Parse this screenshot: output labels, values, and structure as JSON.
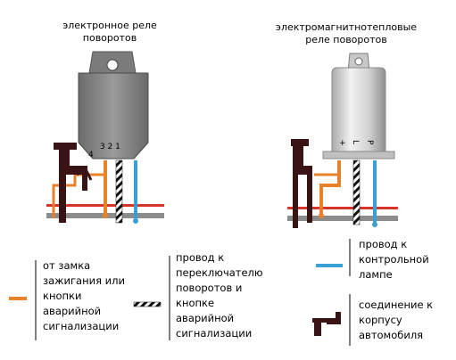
{
  "left_relay": {
    "title_line1": "электронное реле",
    "title_line2": "поворотов",
    "pin_top": "3 2 1",
    "pin_bottom": "4"
  },
  "right_relay": {
    "title_line1": "электромагнитнотепловые",
    "title_line2": "реле поворотов",
    "pin_plus": "+",
    "pin_l": "L",
    "pin_p": "P"
  },
  "legend": {
    "orange": {
      "lines": [
        "от замка",
        "зажигания или",
        "кнопки",
        "аварийной",
        "сигнализации"
      ]
    },
    "striped": {
      "lines": [
        "провод к",
        "переключателю",
        "поворотов и",
        "кнопке",
        "аварийной",
        "сигнализации"
      ]
    },
    "blue": {
      "lines": [
        "провод к",
        "контрольной",
        "лампе"
      ]
    },
    "ground": {
      "lines": [
        "соединение к",
        "корпусу",
        "автомобиля"
      ]
    }
  },
  "colors": {
    "orange": "#e8822a",
    "blue": "#3aa0d4",
    "red": "#d8342a",
    "gray_bar": "#8c8c8c",
    "relay_dark": "#7a7a7a",
    "relay_light": "#d6d6d6",
    "ground": "#3a1414"
  }
}
